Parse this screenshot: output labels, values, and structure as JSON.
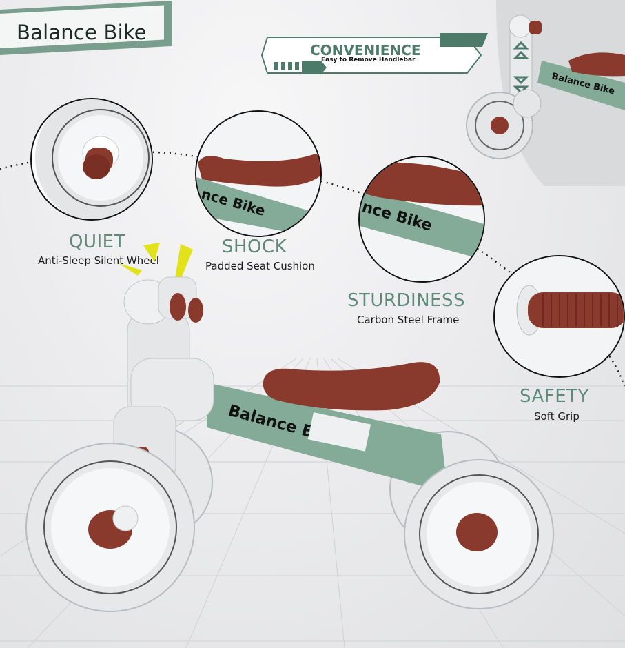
{
  "title": "Balance Bike",
  "convenience": {
    "title": "CONVENIENCE",
    "subtitle": "Easy to Remove Handlebar"
  },
  "features": [
    {
      "title": "QUIET",
      "subtitle": "Anti-Sleep Silent Wheel"
    },
    {
      "title": "SHOCK",
      "subtitle": "Padded Seat Cushion"
    },
    {
      "title": "STURDINESS",
      "subtitle": "Carbon Steel Frame"
    },
    {
      "title": "SAFETY",
      "subtitle": "Soft Grip"
    }
  ],
  "frame_label": "Balance Bike",
  "seat_zoom_label": "nce Bike",
  "frame_zoom_label": "nce Bike",
  "thumb_label": "Balance Bike",
  "colors": {
    "accent_green": "#7a9e8d",
    "frame_green": "#84ab98",
    "seat_brown": "#8a3a2c",
    "wheel_grey": "#e4e6e8"
  }
}
